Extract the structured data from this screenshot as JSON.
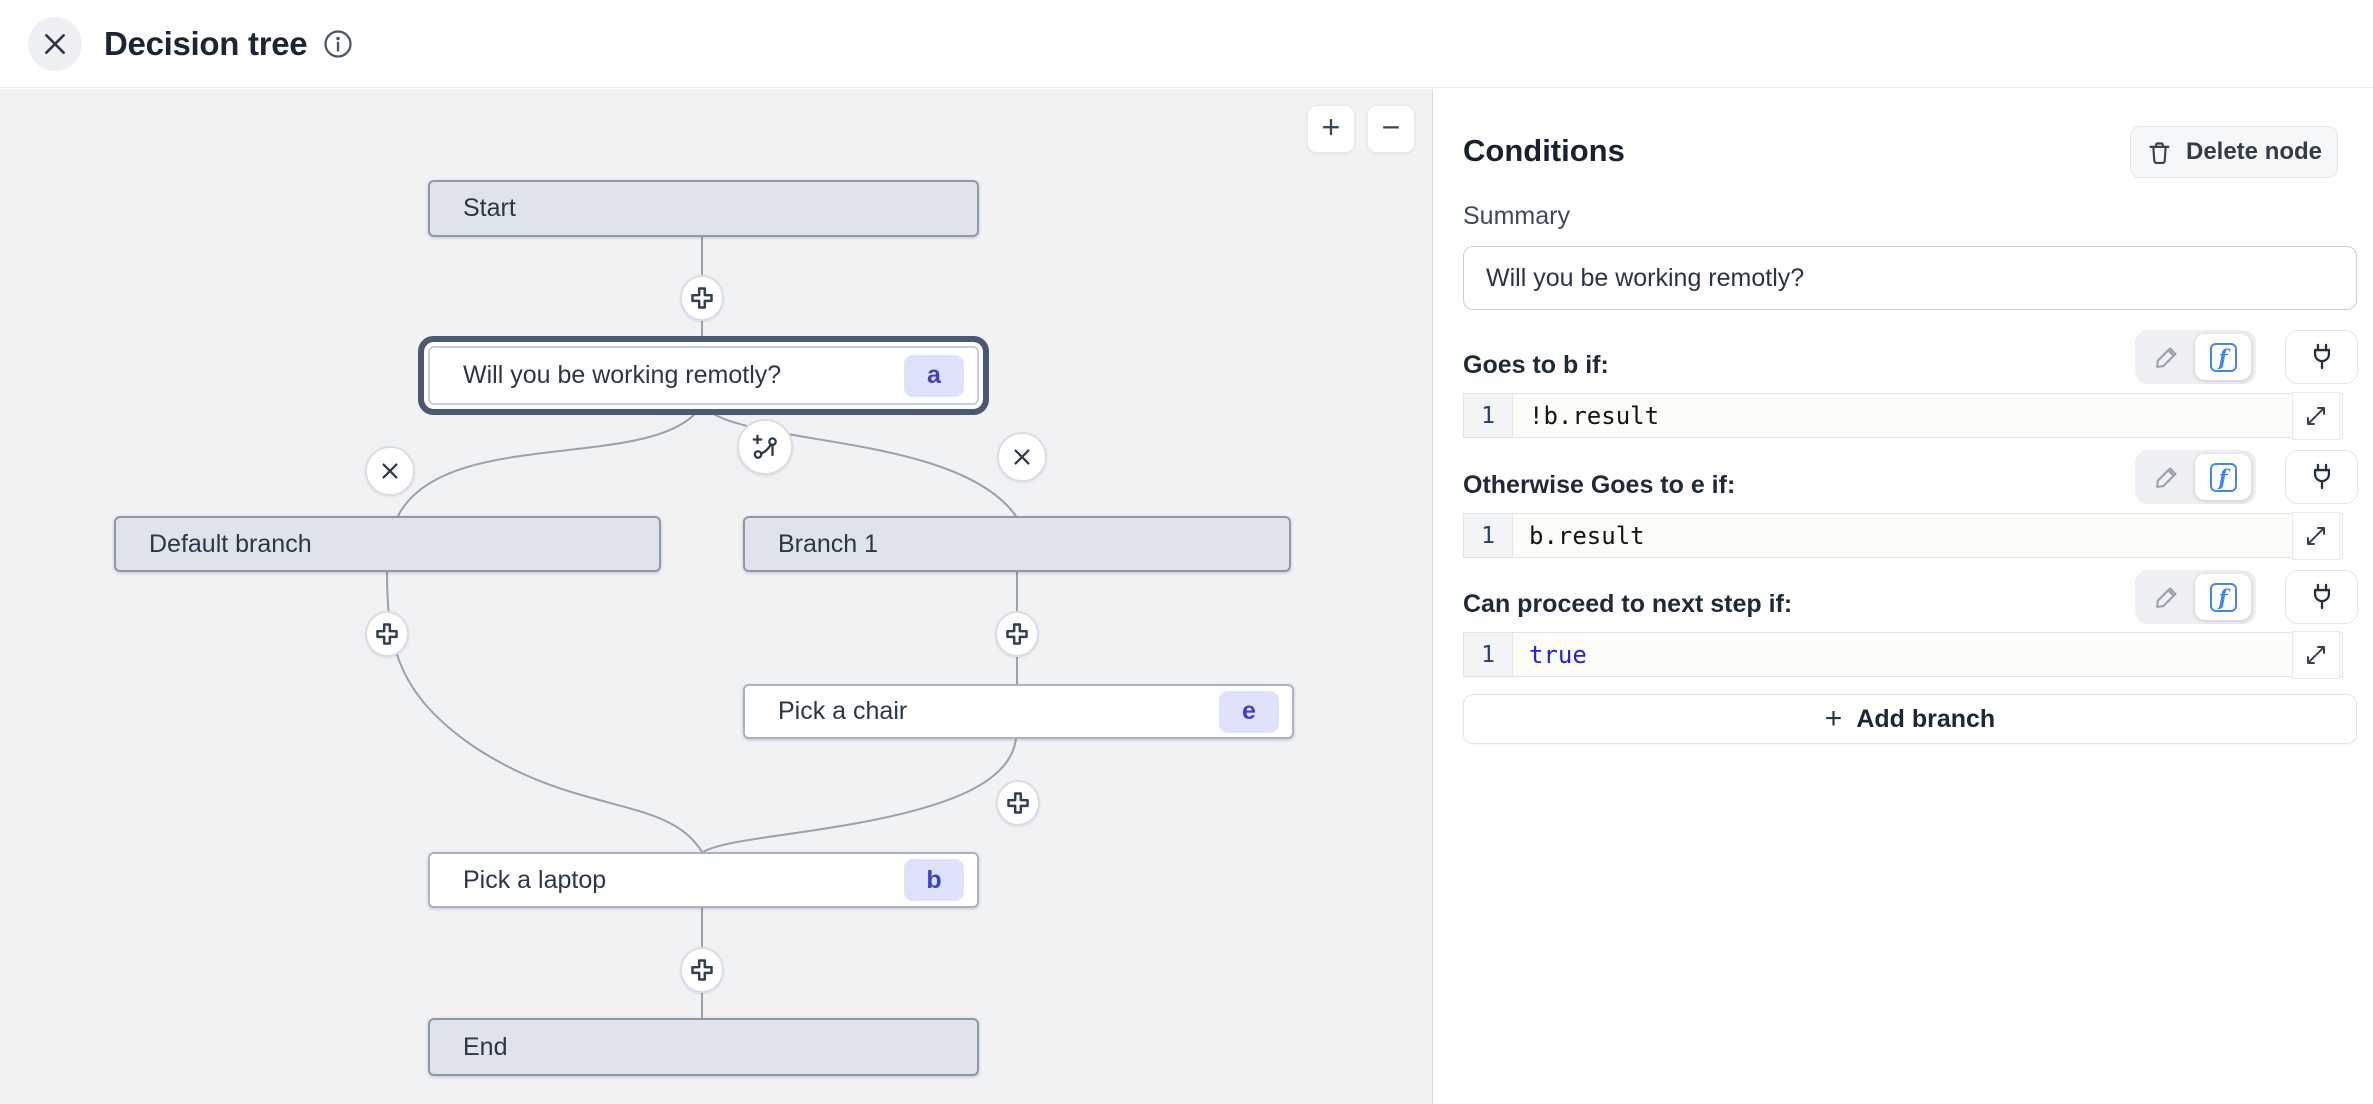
{
  "header": {
    "title": "Decision tree"
  },
  "canvas": {
    "zoom_in_label": "+",
    "zoom_out_label": "−",
    "nodes": [
      {
        "label": "Start"
      },
      {
        "label": "Will you be working remotly?",
        "badge": "a"
      },
      {
        "label": "Default branch"
      },
      {
        "label": "Branch 1"
      },
      {
        "label": "Pick a chair",
        "badge": "e"
      },
      {
        "label": "Pick a laptop",
        "badge": "b"
      },
      {
        "label": "End"
      }
    ]
  },
  "panel": {
    "title": "Conditions",
    "delete_node_label": "Delete node",
    "summary_label": "Summary",
    "summary_value": "Will you be working remotly?",
    "sections": [
      {
        "label": "Goes to b if:",
        "line_number": "1",
        "code": "!b.result"
      },
      {
        "label": "Otherwise Goes to e if:",
        "line_number": "1",
        "code": "b.result"
      },
      {
        "label": "Can proceed to next step if:",
        "line_number": "1",
        "code": "true"
      }
    ],
    "add_branch_label": "Add branch"
  },
  "colors": {
    "accent_blue": "#4285f4",
    "keyword_blue": "#2121df",
    "badge_bg": "#dfe2fb",
    "badge_text": "#4240c4",
    "selection_ring": "#4b5870",
    "node_fill_gray": "#dfe4eb",
    "canvas_bg": "#f1f2f4"
  }
}
